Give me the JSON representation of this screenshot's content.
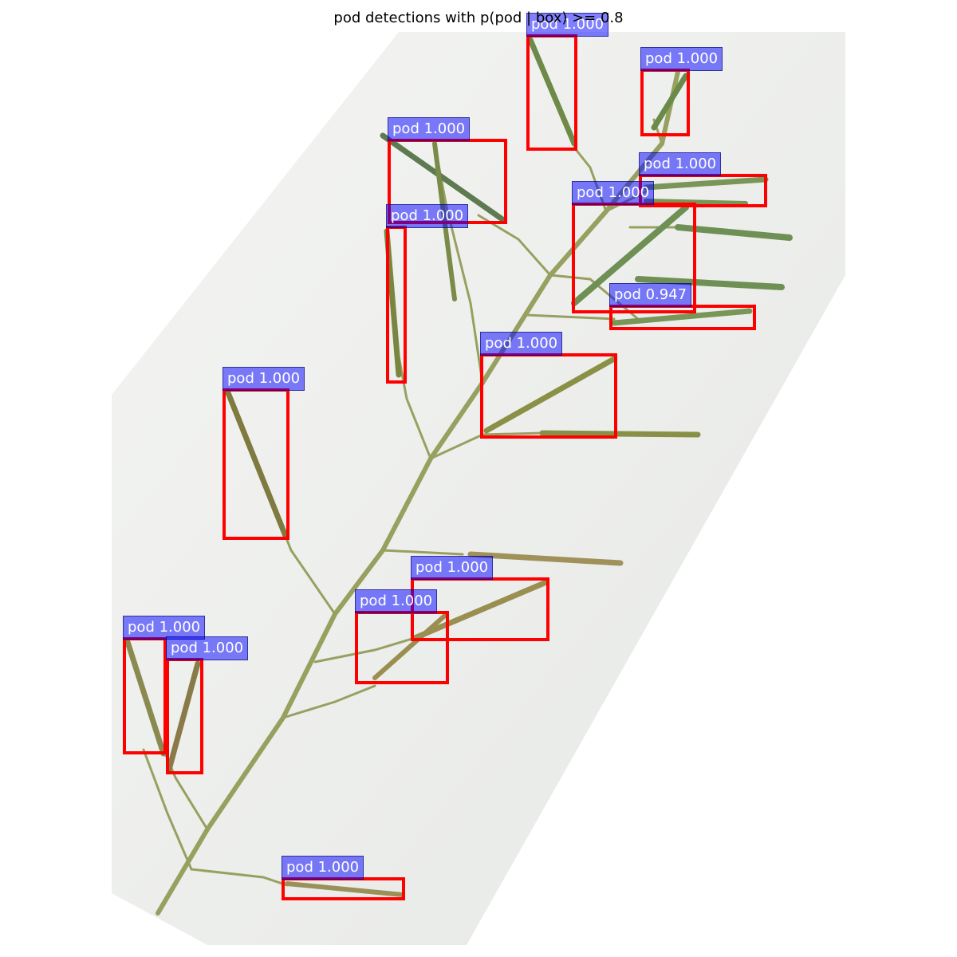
{
  "title": "pod detections with p(pod | box) >= 0.8",
  "colors": {
    "box": "#ff0000",
    "label_bg": "rgba(0,0,255,0.5)",
    "label_text": "#ffffff",
    "paper": "#eef0ee",
    "stem": "#8f9a55"
  },
  "detections": [
    {
      "label": "pod 1.000"
    },
    {
      "label": "pod 1.000"
    },
    {
      "label": "pod 1.000"
    },
    {
      "label": "pod 1.000"
    },
    {
      "label": "pod 1.000"
    },
    {
      "label": "pod 1.000"
    },
    {
      "label": "pod 0.947"
    },
    {
      "label": "pod 1.000"
    },
    {
      "label": "pod 1.000"
    },
    {
      "label": "pod 1.000"
    },
    {
      "label": "pod 1.000"
    },
    {
      "label": "pod 1.000"
    },
    {
      "label": "pod 1.000"
    },
    {
      "label": "pod 1.000"
    }
  ]
}
